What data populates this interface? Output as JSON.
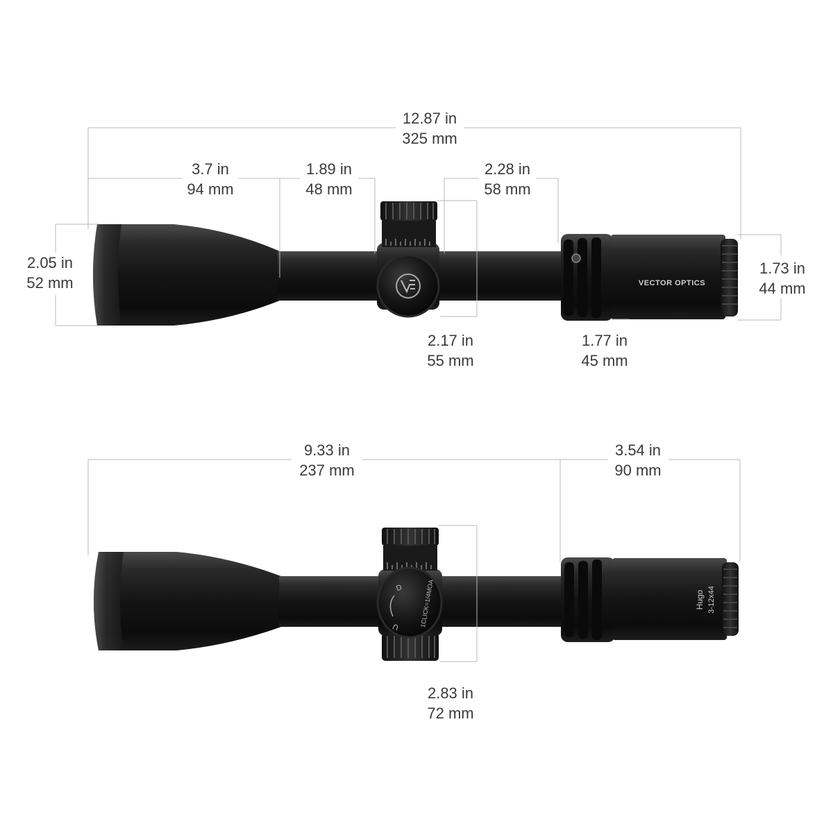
{
  "brand": "VECTOR OPTICS",
  "model": {
    "name": "Hugo",
    "spec": "3-12x44"
  },
  "turret_marking": "1CLICK=1/4MOA",
  "turret_letters": {
    "up": "U",
    "down": "D"
  },
  "dimensions": {
    "total_length": {
      "in": "12.87 in",
      "mm": "325 mm"
    },
    "objective_length": {
      "in": "3.7 in",
      "mm": "94 mm"
    },
    "front_tube_length": {
      "in": "1.89 in",
      "mm": "48 mm"
    },
    "rear_tube_length": {
      "in": "2.28 in",
      "mm": "58 mm"
    },
    "objective_diameter": {
      "in": "2.05 in",
      "mm": "52 mm"
    },
    "eyepiece_diameter": {
      "in": "1.73 in",
      "mm": "44 mm"
    },
    "turret_width": {
      "in": "2.17 in",
      "mm": "55 mm"
    },
    "power_ring_diameter": {
      "in": "1.77 in",
      "mm": "45 mm"
    },
    "side_front_length": {
      "in": "9.33 in",
      "mm": "237 mm"
    },
    "side_eyepiece_length": {
      "in": "3.54 in",
      "mm": "90 mm"
    },
    "turret_height": {
      "in": "2.83 in",
      "mm": "72 mm"
    }
  }
}
